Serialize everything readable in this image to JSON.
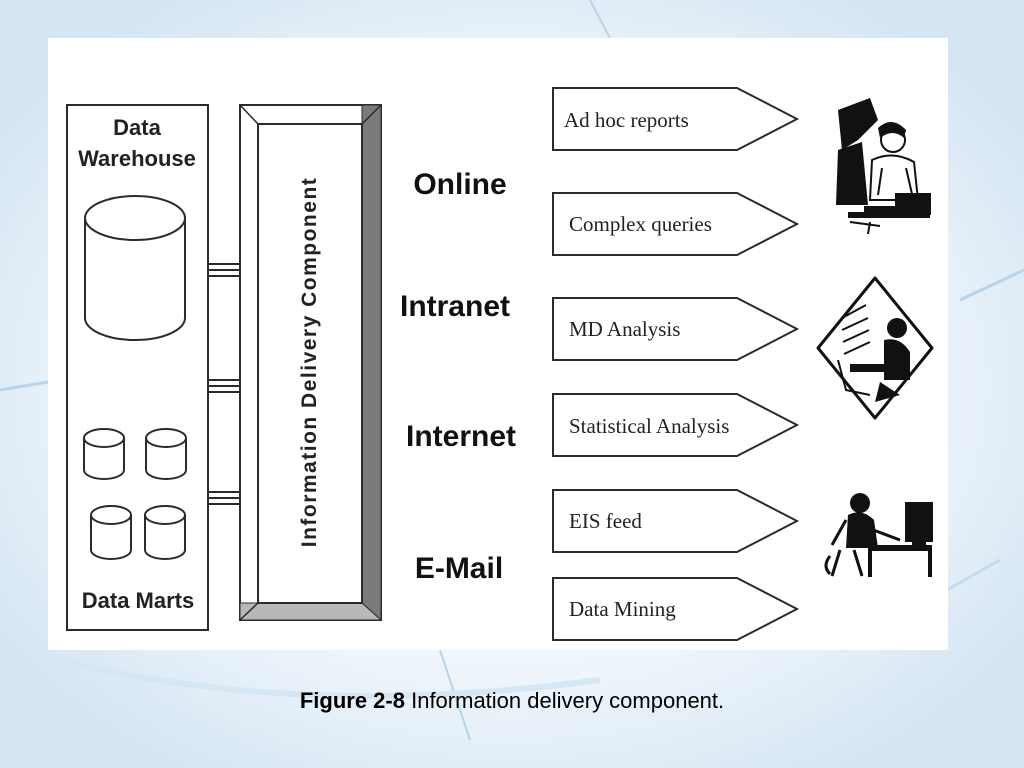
{
  "diagram": {
    "data_sources": {
      "warehouse_line1": "Data",
      "warehouse_line2": "Warehouse",
      "marts_label": "Data Marts"
    },
    "component_label": "Information  Delivery  Component",
    "channels": [
      "Online",
      "Intranet",
      "Internet",
      "E-Mail"
    ],
    "outputs": [
      "Ad hoc reports",
      "Complex queries",
      "MD Analysis",
      "Statistical Analysis",
      "EIS feed",
      "Data Mining"
    ],
    "icons": [
      "user-at-computer-icon",
      "analyst-diamond-icon",
      "operator-at-desk-icon"
    ]
  },
  "caption": {
    "bold": "Figure 2-8",
    "text": " Information delivery component."
  },
  "colors": {
    "background_accent": "#cfe2f2",
    "line": "#2b2b2b",
    "bevel_dark": "#7a7a7a",
    "bevel_light": "#b8b8b8"
  }
}
